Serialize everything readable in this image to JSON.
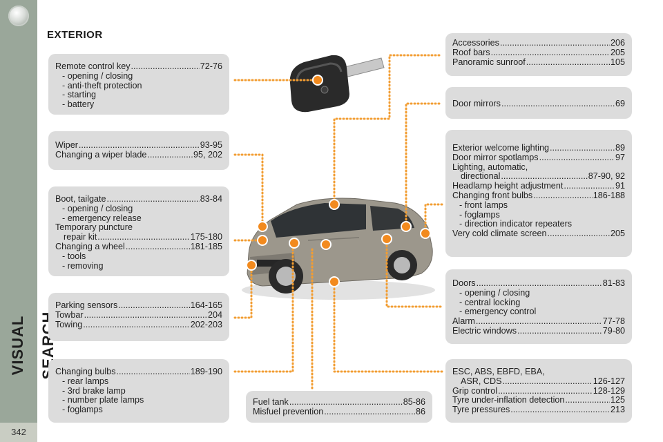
{
  "page": {
    "number": "342",
    "section_title": "VISUAL SEARCH",
    "heading": "EXTERIOR"
  },
  "boxes": {
    "remote": {
      "rows": [
        {
          "label": "Remote control key",
          "page": "72-76"
        }
      ],
      "subs": [
        "opening / closing",
        "anti-theft protection",
        "starting",
        "battery"
      ]
    },
    "wiper": {
      "rows": [
        {
          "label": "Wiper",
          "page": "93-95"
        },
        {
          "label": "Changing a wiper blade",
          "page": "95, 202"
        }
      ]
    },
    "boot": {
      "row1": {
        "label": "Boot, tailgate",
        "page": "83-84"
      },
      "subs1": [
        "opening / closing",
        "emergency release"
      ],
      "temp_line1": "Temporary puncture",
      "temp_row": {
        "label": "repair kit",
        "page": "175-180"
      },
      "row3": {
        "label": "Changing a wheel",
        "page": "181-185"
      },
      "subs2": [
        "tools",
        "removing"
      ]
    },
    "parking": {
      "rows": [
        {
          "label": "Parking sensors",
          "page": "164-165"
        },
        {
          "label": "Towbar",
          "page": "204"
        },
        {
          "label": "Towing",
          "page": "202-203"
        }
      ]
    },
    "bulbs": {
      "rows": [
        {
          "label": "Changing bulbs",
          "page": "189-190"
        }
      ],
      "subs": [
        "rear lamps",
        "3rd brake lamp",
        "number plate lamps",
        "foglamps"
      ]
    },
    "fuel": {
      "rows": [
        {
          "label": "Fuel tank",
          "page": "85-86"
        },
        {
          "label": "Misfuel prevention",
          "page": "86"
        }
      ]
    },
    "accessories": {
      "rows": [
        {
          "label": "Accessories",
          "page": "206"
        },
        {
          "label": "Roof bars",
          "page": "205"
        },
        {
          "label": "Panoramic sunroof",
          "page": "105"
        }
      ]
    },
    "mirrors": {
      "rows": [
        {
          "label": "Door mirrors",
          "page": "69"
        }
      ]
    },
    "lighting": {
      "rows1": [
        {
          "label": "Exterior welcome lighting",
          "page": "89"
        },
        {
          "label": "Door mirror spotlamps",
          "page": "97"
        }
      ],
      "auto_line1": "Lighting, automatic,",
      "auto_row": {
        "label": "directional",
        "page": "87-90, 92"
      },
      "rows2": [
        {
          "label": "Headlamp height adjustment",
          "page": "91"
        },
        {
          "label": "Changing front bulbs",
          "page": "186-188"
        }
      ],
      "subs": [
        "front lamps",
        "foglamps",
        "direction indicator repeaters"
      ],
      "row_last": {
        "label": "Very cold climate screen",
        "page": "205"
      }
    },
    "doors": {
      "row1": {
        "label": "Doors",
        "page": "81-83"
      },
      "subs": [
        "opening / closing",
        "central locking",
        "emergency control"
      ],
      "rows2": [
        {
          "label": "Alarm",
          "page": "77-78"
        },
        {
          "label": "Electric windows",
          "page": "79-80"
        }
      ]
    },
    "esc": {
      "line1": "ESC, ABS, EBFD, EBA,",
      "row_asr": {
        "label": "ASR, CDS",
        "page": "126-127"
      },
      "rows": [
        {
          "label": "Grip control",
          "page": "128-129"
        },
        {
          "label": "Tyre under-inflation detection",
          "page": "125"
        },
        {
          "label": "Tyre pressures",
          "page": "213"
        }
      ]
    }
  },
  "colors": {
    "sidebar": "#9aa79a",
    "box": "#dcdcdc",
    "leader": "#f29d32",
    "marker": "#f28a1e",
    "car_body": "#9c978c"
  }
}
